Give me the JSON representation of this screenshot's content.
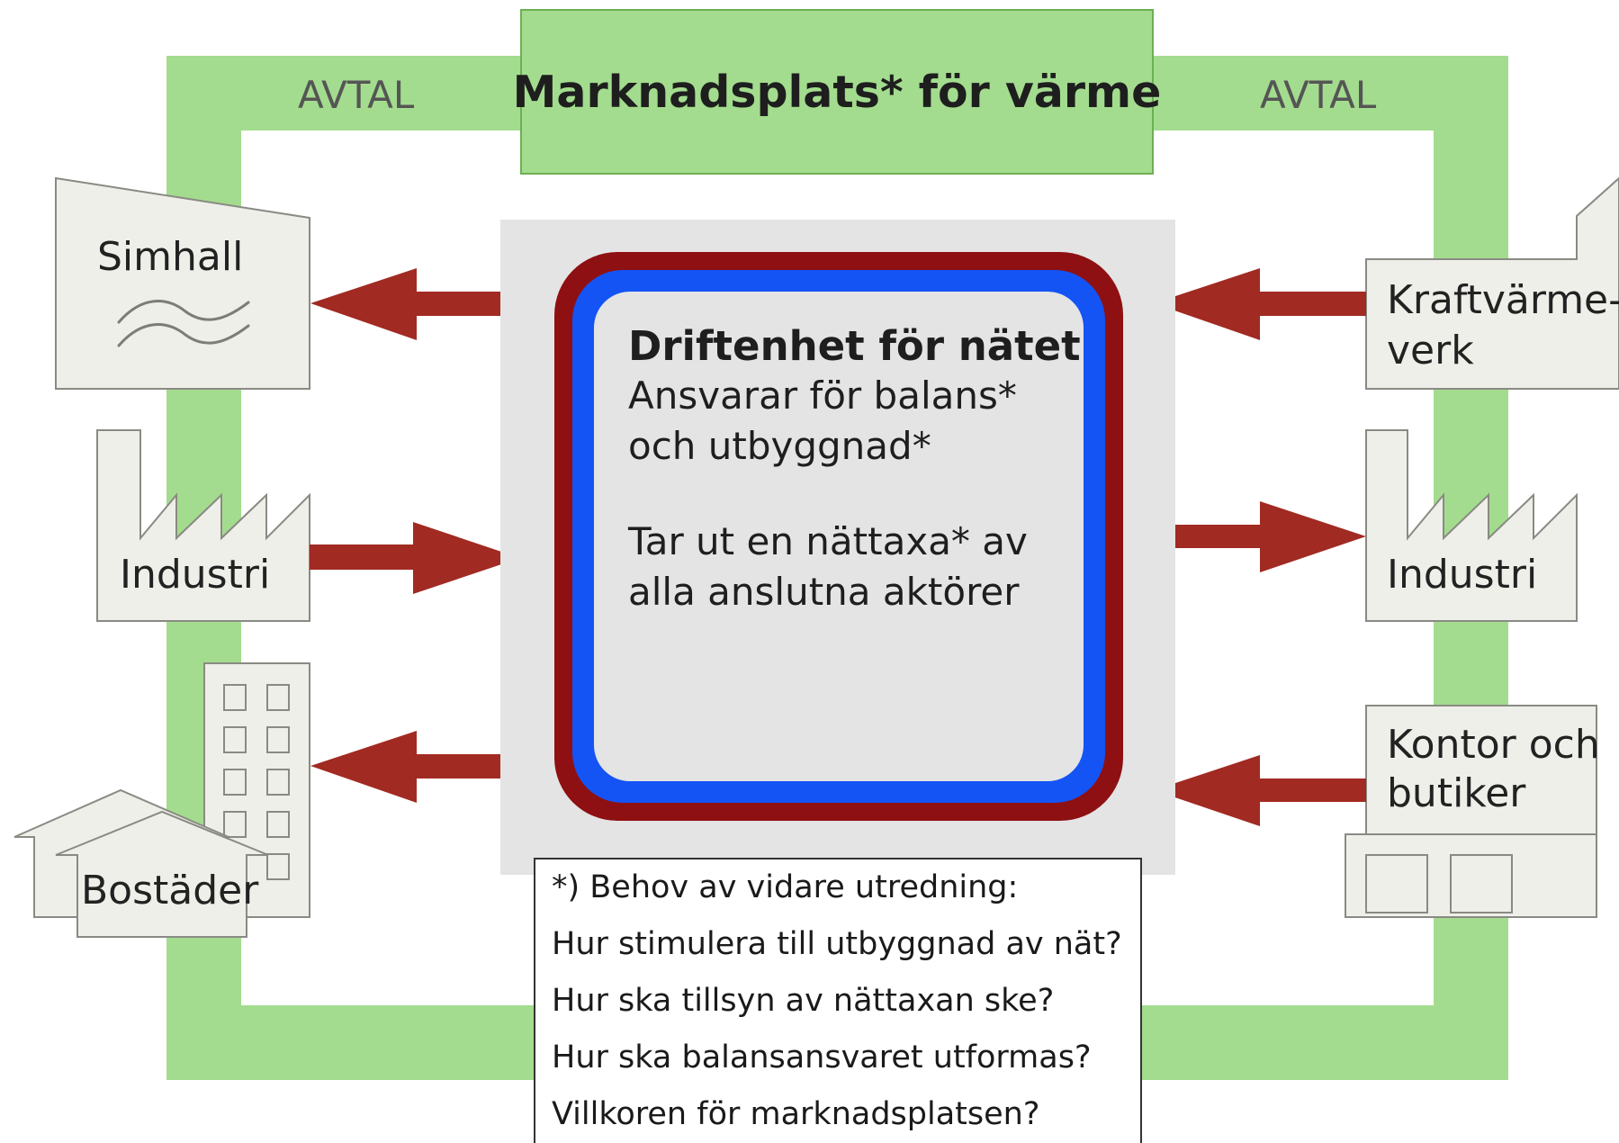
{
  "marketplace": {
    "title": "Marknadsplats* för värme"
  },
  "agreements": {
    "left_label": "AVTAL",
    "right_label": "AVTAL"
  },
  "operator": {
    "title": "Driftenhet för nätet",
    "lines": [
      "Ansvarar för balans*",
      "och utbyggnad*"
    ],
    "lines2": [
      "Tar ut en nättaxa* av",
      "alla anslutna aktörer"
    ]
  },
  "actors": {
    "left": {
      "pool": "Simhall",
      "industry": "Industri",
      "housing": "Bostäder"
    },
    "right": {
      "chp_line1": "Kraftvärme-",
      "chp_line2": "verk",
      "industry": "Industri",
      "office_line1": "Kontor och",
      "office_line2": "butiker"
    }
  },
  "footnote": {
    "lines": [
      "*) Behov av vidare utredning:",
      "Hur stimulera till utbyggnad av nät?",
      "Hur ska tillsyn av nättaxan ske?",
      "Hur ska balansansvaret utformas?",
      "Villkoren för marknadsplatsen?"
    ]
  },
  "colors": {
    "agreement_frame": "#a3dc8e",
    "heat_arrow": "#a12a22",
    "operator_ring_outer": "#8e1012",
    "operator_ring_inner": "#1454f5",
    "building_fill": "#efefe9",
    "building_stroke": "#8a8a84"
  },
  "icons": {
    "pool": "water-waves-icon"
  }
}
